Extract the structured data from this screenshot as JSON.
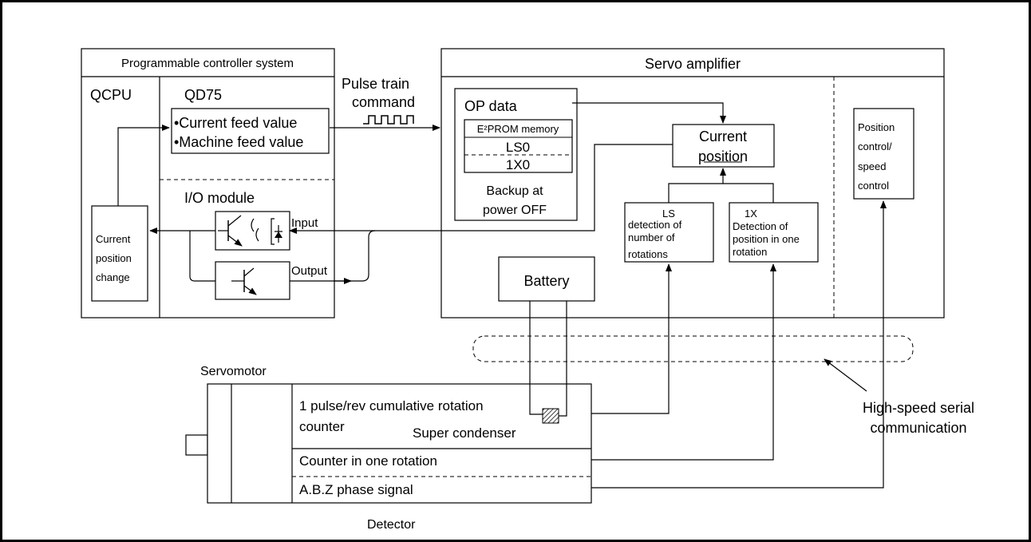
{
  "plc": {
    "title": "Programmable controller system",
    "cpu_label": "QCPU",
    "module_label": "QD75",
    "feed_value_1": "•Current feed value",
    "feed_value_2": "•Machine feed value",
    "io_label": "I/O module",
    "input_label": "Input",
    "output_label": "Output",
    "change_line_1": "Current",
    "change_line_2": "position",
    "change_line_3": "change"
  },
  "pulse": {
    "line_1": "Pulse train",
    "line_2": "command"
  },
  "servo": {
    "title": "Servo amplifier",
    "op_data": "OP data",
    "eeprom_label": "E²PROM memory",
    "ls0": "LS0",
    "x10": "1X0",
    "backup_1": "Backup at",
    "backup_2": "power OFF",
    "current_position_1": "Current",
    "current_position_2": "position",
    "ls_detect_1": "LS",
    "ls_detect_2": "detection of",
    "ls_detect_3": "number of",
    "ls_detect_4": "rotations",
    "x_detect_1": "1X",
    "x_detect_2": "Detection of",
    "x_detect_3": "position in one",
    "x_detect_4": "rotation",
    "control_1": "Position",
    "control_2": "control/",
    "control_3": "speed",
    "control_4": "control"
  },
  "battery": "Battery",
  "motor": {
    "servomotor": "Servomotor",
    "counter_1": "1 pulse/rev cumulative rotation",
    "counter_2": "counter",
    "super_condenser": "Super condenser",
    "counter_one_rotation": "Counter in one rotation",
    "phase_signal": "A.B.Z phase signal",
    "detector": "Detector"
  },
  "serial": {
    "line_1": "High-speed serial",
    "line_2": "communication"
  }
}
